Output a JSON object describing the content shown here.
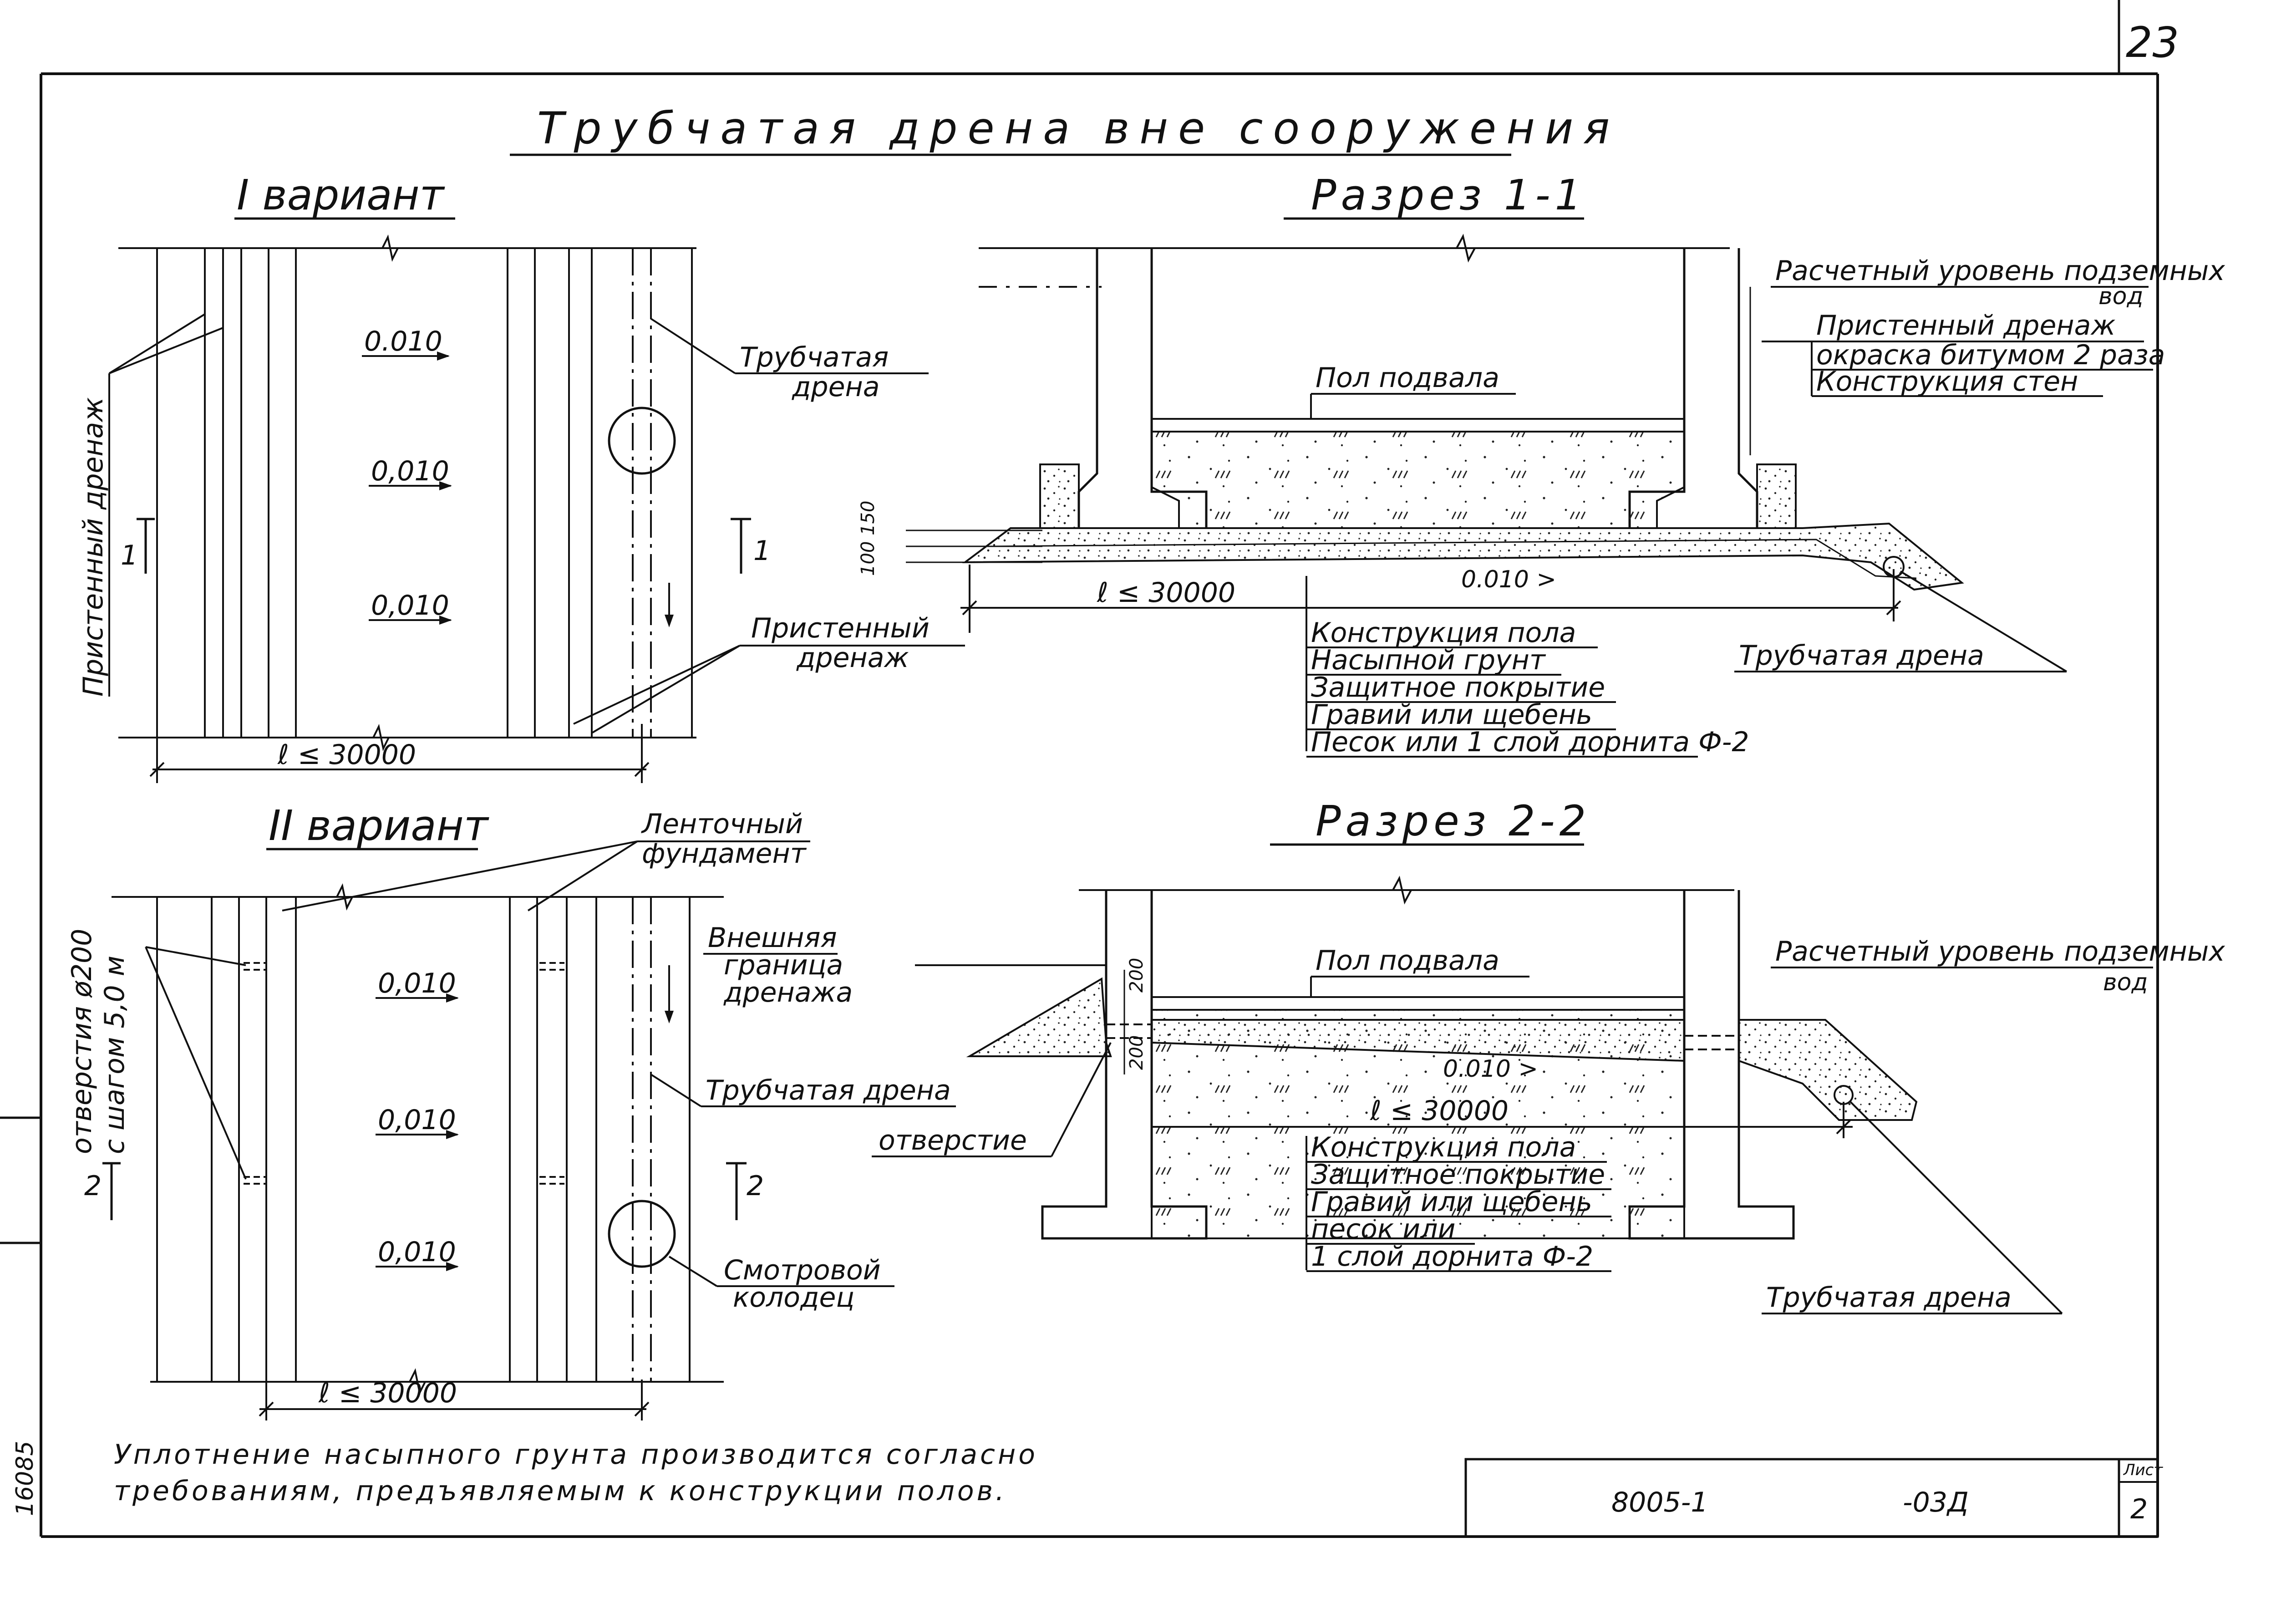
{
  "sheet_number": "23",
  "title": "Трубчатая дрена вне сооружения",
  "variant1": {
    "heading": "I вариант",
    "slopes": [
      "0.010",
      "0,010",
      "0,010"
    ],
    "label_pipe": [
      "Трубчатая",
      "дрена"
    ],
    "label_wall_drain": [
      "Пристенный",
      "дренаж"
    ],
    "label_wall_drain_vertical": "Пристенный дренаж",
    "section_mark_left": "1",
    "section_mark_right": "1",
    "dimension": "ℓ ≤ 30000"
  },
  "variant2": {
    "heading": "II вариант",
    "slopes": [
      "0,010",
      "0,010",
      "0,010"
    ],
    "label_strip_foundation": [
      "Ленточный",
      "фундамент"
    ],
    "label_holes": [
      "отверстия ø200",
      "с шагом 5,0 м"
    ],
    "label_outer_boundary": [
      "Внешняя",
      "граница",
      "дренажа"
    ],
    "label_pipe": "Трубчатая дрена",
    "label_manhole": [
      "Смотровой",
      "колодец"
    ],
    "section_mark_left": "2",
    "section_mark_right": "2",
    "dimension": "ℓ ≤ 30000"
  },
  "section1": {
    "heading": "Разрез 1-1",
    "label_groundwater": [
      "Расчетный уровень подземных",
      "вод"
    ],
    "callouts": [
      "Пристенный дренаж",
      "окраска битумом 2 раза",
      "Конструкция стен"
    ],
    "label_floor": "Пол подвала",
    "dim_thickness": "100 150",
    "dimension": "ℓ ≤ 30000",
    "slope": "0.010 >",
    "layers": [
      "Конструкция пола",
      "Насыпной грунт",
      "Защитное покрытие",
      "Гравий или щебень",
      "Песок или 1 слой дорнита Ф-2"
    ],
    "label_pipe": "Трубчатая дрена"
  },
  "section2": {
    "heading": "Разрез 2-2",
    "label_groundwater": [
      "Расчетный уровень подземных",
      "вод"
    ],
    "label_floor": "Пол подвала",
    "dim_upper": "200",
    "dim_lower": "200",
    "slope": "0.010 >",
    "dimension": "ℓ ≤ 30000",
    "label_hole": "отверстие",
    "layers": [
      "Конструкция пола",
      "Защитное покрытие",
      "Гравий или щебень",
      "песок или",
      "1 слой дорнита Ф-2"
    ],
    "label_pipe": "Трубчатая дрена"
  },
  "note": [
    "Уплотнение насыпного грунта производится согласно",
    "требованиям, предъявляемым к конструкции полов."
  ],
  "stamp": {
    "code": "8005-1",
    "suffix": "-03Д",
    "sheet_label": "Лист",
    "sheet": "2"
  },
  "archive_number": "16085"
}
